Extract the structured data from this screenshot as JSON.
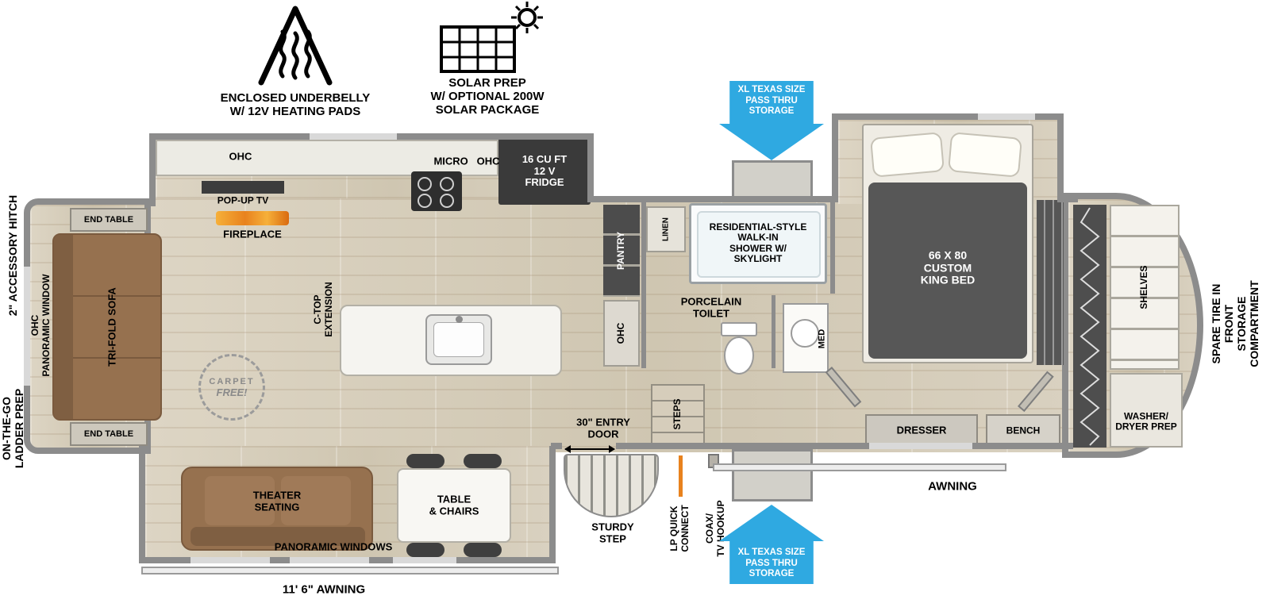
{
  "callouts": {
    "underbelly": "ENCLOSED UNDERBELLY\nW/ 12V HEATING PADS",
    "solar": "SOLAR PREP\nW/ OPTIONAL 200W\nSOLAR PACKAGE",
    "pass_thru": "XL TEXAS SIZE\nPASS THRU\nSTORAGE"
  },
  "exterior": {
    "hitch": "2\" ACCESSORY HITCH",
    "ladder": "ON-THE-GO\nLADDER PREP",
    "spare_tire": "SPARE TIRE IN FRONT\nSTORAGE COMPARTMENT",
    "awning": "AWNING",
    "awning_length": "11' 6\" AWNING",
    "entry_door": "30\" ENTRY\nDOOR",
    "sturdy_step": "STURDY\nSTEP",
    "lp_quick_connect": "LP QUICK\nCONNECT",
    "coax_tv": "COAX/\nTV HOOKUP"
  },
  "rear_living": {
    "window": "OHC\nPANORAMIC WINDOW",
    "end_table": "END TABLE",
    "sofa": "TRI-FOLD SOFA",
    "ohc": "OHC",
    "pop_up_tv": "POP-UP TV",
    "fireplace": "FIREPLACE",
    "carpet_line1": "CARPET",
    "carpet_line2": "FREE!"
  },
  "kitchen": {
    "micro_ohc": "MICRO   OHC",
    "fridge": "16 CU FT\n12 V\nFRIDGE",
    "ctop_extension": "C-TOP\nEXTENSION",
    "pantry": "PANTRY",
    "ohc": "OHC"
  },
  "dinette": {
    "theater": "THEATER\nSEATING",
    "table": "TABLE\n& CHAIRS",
    "windows": "PANORAMIC WINDOWS"
  },
  "bath": {
    "linen": "LINEN",
    "shower": "RESIDENTIAL-STYLE\nWALK-IN\nSHOWER W/\nSKYLIGHT",
    "toilet": "PORCELAIN\nTOILET",
    "med": "MED",
    "steps": "STEPS"
  },
  "bedroom": {
    "bed": "66 X 80\nCUSTOM\nKING BED",
    "dresser": "DRESSER",
    "bench": "BENCH"
  },
  "front": {
    "shelves": "SHELVES",
    "washer_dryer": "WASHER/\nDRYER PREP"
  },
  "colors": {
    "accent_blue": "#2FA9E1",
    "sofa_brown": "#96714F",
    "flame_orange": "#E8821E",
    "wall_gray": "#8C8C8C"
  }
}
